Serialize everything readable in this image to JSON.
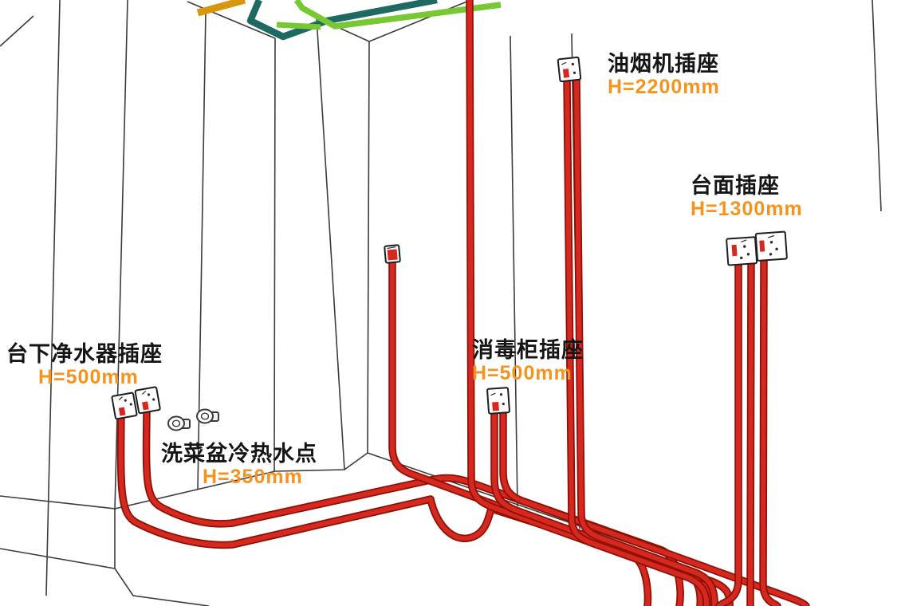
{
  "scene": {
    "description": "3D kitchen wiring and plumbing rough-in diagram",
    "labels": [
      {
        "id": "rangehood-socket",
        "title": "油烟机插座",
        "value": "H=2200mm"
      },
      {
        "id": "countertop-socket",
        "title": "台面插座",
        "value": "H=1300mm"
      },
      {
        "id": "purifier-socket",
        "title": "台下净水器插座",
        "value": "H=500mm"
      },
      {
        "id": "disinfection-socket",
        "title": "消毒柜插座",
        "value": "H=500mm"
      },
      {
        "id": "sink-water-point",
        "title": "洗菜盆冷热水点",
        "value": "H=350mm"
      }
    ],
    "colors": {
      "label_text": "#151515",
      "height_value": "#F6921E",
      "pipe_red": "#D5281E",
      "pipe_red_dark": "#8E0F06",
      "wall_line": "#3C3C3C",
      "conduit_orange": "#D8960F",
      "conduit_teal": "#1E6A63",
      "conduit_green": "#77C832"
    },
    "sockets": [
      {
        "name": "under-counter-purifier-double-socket"
      },
      {
        "name": "wall-junction-small-socket"
      },
      {
        "name": "disinfection-cabinet-socket"
      },
      {
        "name": "range-hood-socket"
      },
      {
        "name": "countertop-double-socket"
      }
    ],
    "water_points": [
      {
        "name": "cold-water-stub"
      },
      {
        "name": "hot-water-stub"
      }
    ],
    "ceiling_conduits": [
      {
        "name": "orange-conduit",
        "color": "#D8960F"
      },
      {
        "name": "teal-conduit",
        "color": "#1E6A63"
      },
      {
        "name": "green-conduit",
        "color": "#77C832"
      }
    ]
  }
}
